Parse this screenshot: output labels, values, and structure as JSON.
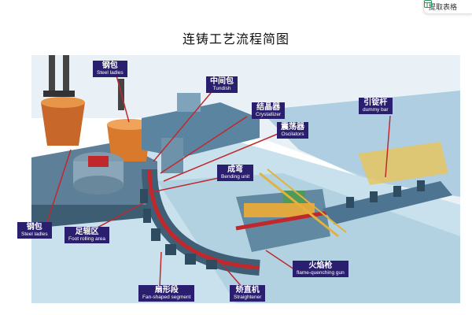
{
  "toolbar": {
    "extract_table_label": "提取表格",
    "icon": "table-extract-icon"
  },
  "diagram": {
    "title": "连铸工艺流程简图",
    "labels": [
      {
        "zh": "钢包",
        "en": "Steel ladles"
      },
      {
        "zh": "中间包",
        "en": "Tundish"
      },
      {
        "zh": "结晶器",
        "en": "Crystallizer"
      },
      {
        "zh": "震荡器",
        "en": "Oscilators"
      },
      {
        "zh": "引锭杆",
        "en": "dummy bar"
      },
      {
        "zh": "成弯",
        "en": "Bending unit"
      },
      {
        "zh": "钢包",
        "en": "Steel ladles"
      },
      {
        "zh": "足辊区",
        "en": "Foot rolling area"
      },
      {
        "zh": "火焰枪",
        "en": "flame-quenching gun"
      },
      {
        "zh": "扇形段",
        "en": "Fan-shaped segment"
      },
      {
        "zh": "矫直机",
        "en": "Straightener"
      }
    ],
    "colors": {
      "label_bg": "#2a1f6e",
      "pointer": "#c0282c",
      "ladle": "#d9792c",
      "machine": "#5c89a6",
      "floor": "#b9d7e6"
    }
  }
}
